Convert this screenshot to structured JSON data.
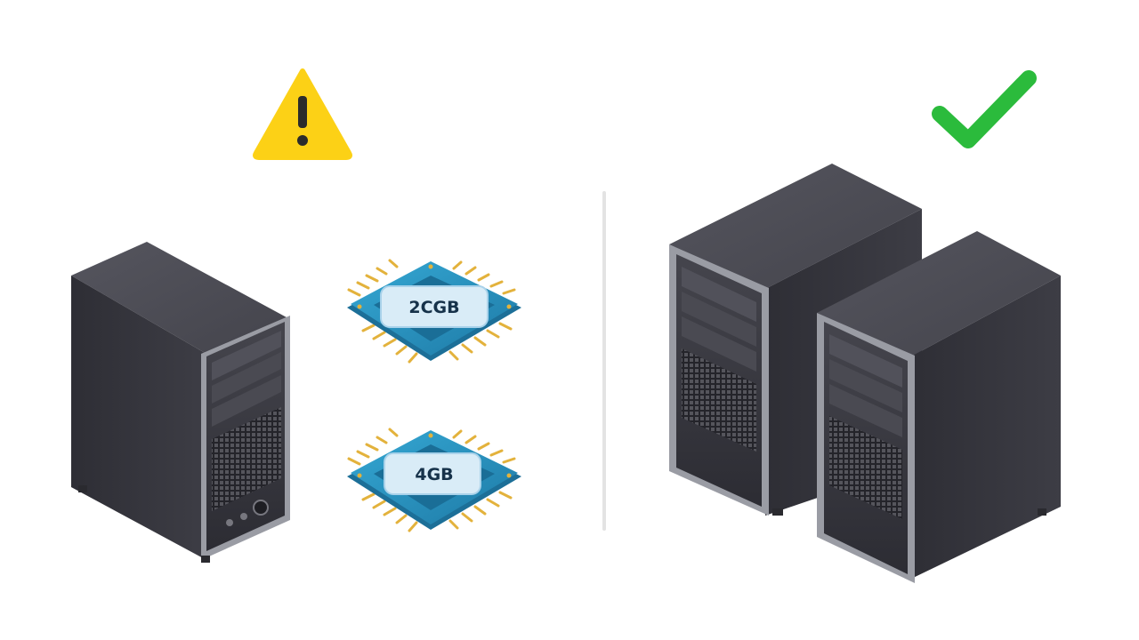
{
  "left_panel": {
    "status_icon": "warning-icon",
    "status_color": "#fcd116",
    "server_count": 1,
    "memory_modules": [
      {
        "label": "2CGB",
        "icon": "memory-chip-icon"
      },
      {
        "label": "4GB",
        "icon": "memory-chip-icon"
      }
    ]
  },
  "right_panel": {
    "status_icon": "checkmark-icon",
    "status_color": "#2bbb3c",
    "server_count": 2
  },
  "colors": {
    "server_body": "#3a3a42",
    "server_bezel": "#9a9ca4",
    "chip_body": "#2a93c1",
    "chip_label_bg": "#d9ecf7",
    "chip_pin": "#e3b23c",
    "divider": "#e3e3e3"
  }
}
